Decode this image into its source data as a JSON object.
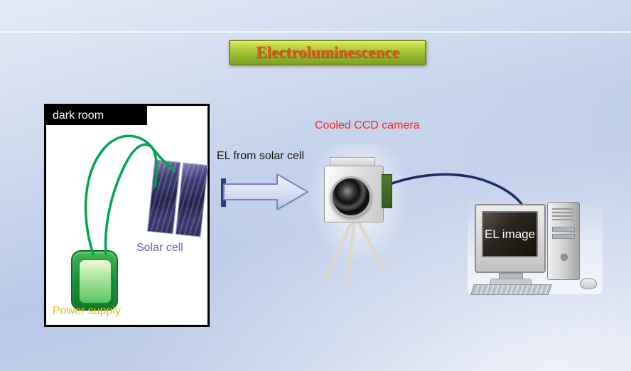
{
  "slide": {
    "title": "Electroluminescence"
  },
  "diagram": {
    "dark_room": {
      "label": "dark room"
    },
    "solar_cell": {
      "label": "Solar cell"
    },
    "power_supply": {
      "label": "Power supply"
    },
    "el_arrow": {
      "label": "EL from solar cell"
    },
    "camera": {
      "label": "Cooled CCD camera"
    },
    "computer": {
      "screen_label": "EL image"
    }
  },
  "icons": {
    "el_arrow": "block-arrow-right",
    "solar_cell": "solar-panel-photo",
    "power_supply": "power-supply-photo",
    "camera": "ccd-camera-photo",
    "tripod": "tripod-legs",
    "computer": "desktop-computer-photo"
  },
  "colors": {
    "background_blue": "#c2cfea",
    "title_text": "#e4571b",
    "title_background_top": "#dbe95e",
    "title_background_bottom": "#7da321",
    "title_border": "#7e8d21",
    "dark_room_border": "#000000",
    "dark_room_label_background": "#000000",
    "solar_cell_label": "#7b5ea7",
    "power_supply_label": "#e9bf1c",
    "power_supply_green": "#17933a",
    "wire_green": "#00a550",
    "camera_label_red": "#ee2b20",
    "arrow_fill": "#d9e0f4",
    "arrow_outline": "#7585b8",
    "arrow_tail_bar": "#2a3c80",
    "cable_navy": "#1c2a66"
  }
}
